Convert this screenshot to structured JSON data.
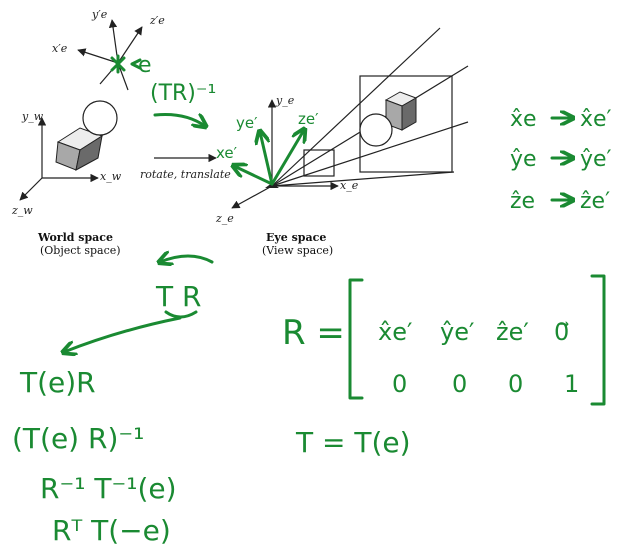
{
  "colors": {
    "ink": "#1a8a32",
    "diagram": "#222222",
    "background": "#ffffff"
  },
  "world": {
    "caption": "World space",
    "subcaption": "(Object space)",
    "yw": "y_w",
    "xw": "x_w",
    "zw": "z_w"
  },
  "object_frame": {
    "ye": "y′e",
    "ze": "z′e",
    "xe": "x′e",
    "e": "e"
  },
  "transform_label": "rotate, translate",
  "eye": {
    "caption": "Eye space",
    "subcaption": "(View space)",
    "ye": "y_e",
    "xe": "x_e",
    "ze": "z_e"
  },
  "handwriting": {
    "tr_inverse": "(TR)⁻¹",
    "frame_labels": [
      "xe′",
      "ye′",
      "ze′"
    ],
    "mapping": [
      {
        "from": "x̂e",
        "to": "x̂e′"
      },
      {
        "from": "ŷe",
        "to": "ŷe′"
      },
      {
        "from": "ẑe",
        "to": "ẑe′"
      }
    ],
    "tr": "T R",
    "derivation": [
      "T(e)R",
      "(T(e) R)⁻¹",
      "R⁻¹ T⁻¹(e)",
      "Rᵀ T(−e)"
    ],
    "matrix_lhs": "R =",
    "matrix_row1": [
      "x̂e′",
      "ŷe′",
      "ẑe′",
      "0⃗"
    ],
    "matrix_row2": [
      "0",
      "0",
      "0",
      "1"
    ],
    "t_eq": "T = T(e)"
  }
}
